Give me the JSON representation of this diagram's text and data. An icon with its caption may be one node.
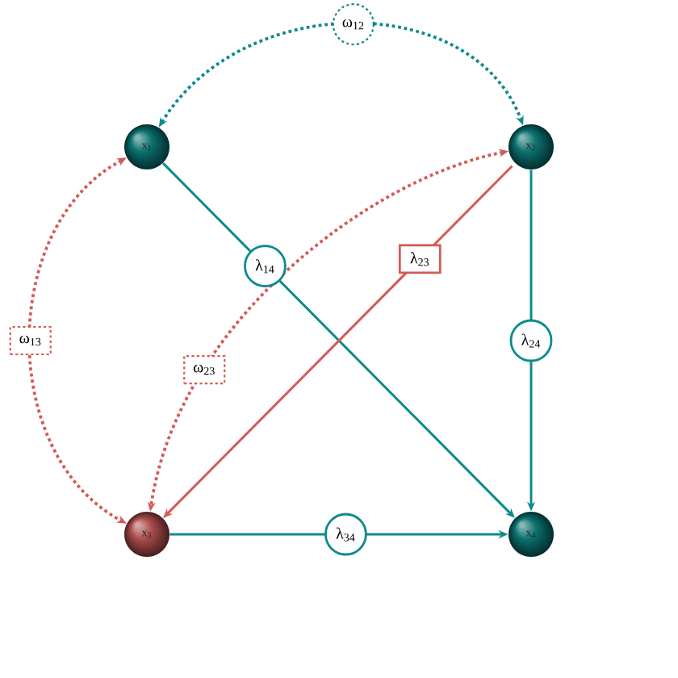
{
  "diagram": {
    "nodes": [
      {
        "text": [
          "x$_{1}$"
        ]
      },
      {
        "text": [
          "x$_{2}$"
        ]
      },
      {
        "text": [
          "x$_{3}$"
        ]
      },
      {
        "text": [
          "x$_{4}$"
        ]
      }
    ],
    "edges": [
      {
        "from": 0,
        "to": 1,
        "arrow": "both",
        "label": "ω$_{12}$",
        "style": "dashed"
      },
      {
        "from": 0,
        "to": 2,
        "arrow": "both",
        "label": "ω$_{13}$",
        "style": "dashed",
        "color": "#d45a55"
      },
      {
        "from": 1,
        "to": 2,
        "arrow": "both",
        "label": "ω$_{23}$",
        "style": "dashed",
        "color": "#d45a55"
      },
      {
        "from": 0,
        "to": 3,
        "arrow": "to",
        "label": "λ$_{14}$"
      },
      {
        "from": 1,
        "to": 2,
        "arrow": "to",
        "label": "λ$_{23}$",
        "color": "#d45a55"
      },
      {
        "from": 1,
        "to": 3,
        "arrow": "to",
        "label": "λ$_{24}$"
      },
      {
        "from": 2,
        "to": 3,
        "arrow": "to",
        "label": "λ$_{34}$"
      }
    ]
  }
}
